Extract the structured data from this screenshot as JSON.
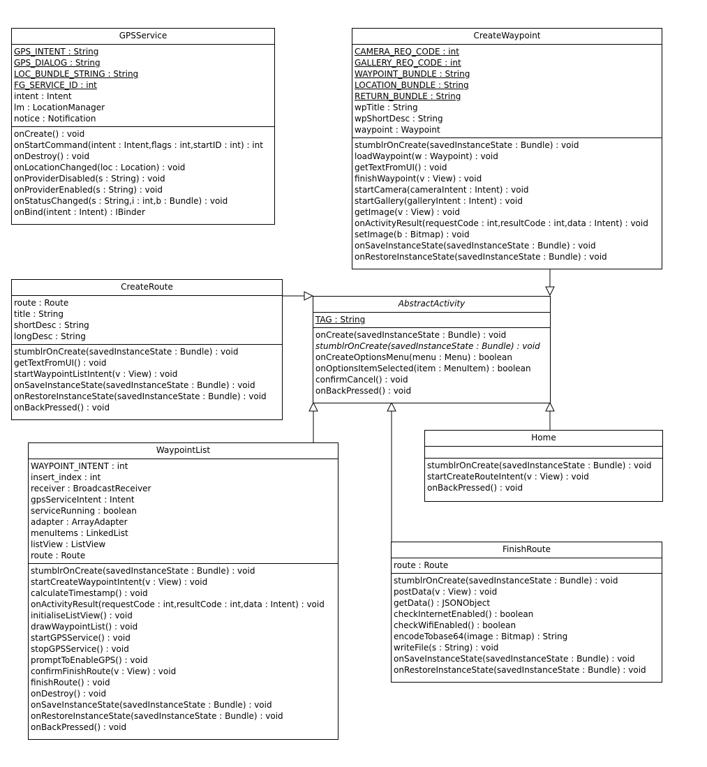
{
  "classes": {
    "gps": {
      "name": "GPSService",
      "attributes": [
        {
          "text": "GPS_INTENT : String",
          "static": true
        },
        {
          "text": "GPS_DIALOG : String",
          "static": true
        },
        {
          "text": "LOC_BUNDLE_STRING : String",
          "static": true
        },
        {
          "text": "FG_SERVICE_ID : int",
          "static": true
        },
        {
          "text": "intent : Intent"
        },
        {
          "text": "lm : LocationManager"
        },
        {
          "text": "notice : Notification"
        }
      ],
      "methods": [
        {
          "text": "onCreate() : void"
        },
        {
          "text": "onStartCommand(intent : Intent,flags : int,startID : int) : int"
        },
        {
          "text": "onDestroy() : void"
        },
        {
          "text": "onLocationChanged(loc : Location) : void"
        },
        {
          "text": "onProviderDisabled(s : String) : void"
        },
        {
          "text": "onProviderEnabled(s : String) : void"
        },
        {
          "text": "onStatusChanged(s : String,i : int,b : Bundle) : void"
        },
        {
          "text": "onBind(intent : Intent) : IBinder"
        }
      ]
    },
    "createWaypoint": {
      "name": "CreateWaypoint",
      "attributes": [
        {
          "text": "CAMERA_REQ_CODE : int",
          "static": true
        },
        {
          "text": "GALLERY_REQ_CODE : int",
          "static": true
        },
        {
          "text": "WAYPOINT_BUNDLE : String",
          "static": true
        },
        {
          "text": "LOCATION_BUNDLE : String",
          "static": true
        },
        {
          "text": "RETURN_BUNDLE : String",
          "static": true
        },
        {
          "text": "wpTitle : String"
        },
        {
          "text": "wpShortDesc : String"
        },
        {
          "text": "waypoint : Waypoint"
        }
      ],
      "methods": [
        {
          "text": "stumblrOnCreate(savedInstanceState : Bundle) : void"
        },
        {
          "text": "loadWaypoint(w : Waypoint) : void"
        },
        {
          "text": "getTextFromUI() : void"
        },
        {
          "text": "finishWaypoint(v : View) : void"
        },
        {
          "text": "startCamera(cameraIntent : Intent) : void"
        },
        {
          "text": "startGallery(galleryIntent : Intent) : void"
        },
        {
          "text": "getImage(v : View) : void"
        },
        {
          "text": "onActivityResult(requestCode : int,resultCode : int,data : Intent) : void"
        },
        {
          "text": "setImage(b : Bitmap) : void"
        },
        {
          "text": "onSaveInstanceState(savedInstanceState : Bundle) : void"
        },
        {
          "text": "onRestoreInstanceState(savedInstanceState : Bundle) : void"
        }
      ]
    },
    "createRoute": {
      "name": "CreateRoute",
      "attributes": [
        {
          "text": "route : Route"
        },
        {
          "text": "title : String"
        },
        {
          "text": "shortDesc : String"
        },
        {
          "text": "longDesc : String"
        }
      ],
      "methods": [
        {
          "text": "stumblrOnCreate(savedInstanceState : Bundle) : void"
        },
        {
          "text": "getTextFromUI() : void"
        },
        {
          "text": "startWaypointListIntent(v : View) : void"
        },
        {
          "text": "onSaveInstanceState(savedInstanceState : Bundle) : void"
        },
        {
          "text": "onRestoreInstanceState(savedInstanceState : Bundle) : void"
        },
        {
          "text": "onBackPressed() : void"
        }
      ]
    },
    "abstractActivity": {
      "name": "AbstractActivity",
      "abstract": true,
      "attributes": [
        {
          "text": "TAG : String",
          "static": true
        }
      ],
      "methods": [
        {
          "text": "onCreate(savedInstanceState : Bundle) : void"
        },
        {
          "text": "stumblrOnCreate(savedInstanceState : Bundle) : void",
          "abstract": true
        },
        {
          "text": "onCreateOptionsMenu(menu : Menu) : boolean"
        },
        {
          "text": "onOptionsItemSelected(item : MenuItem) : boolean"
        },
        {
          "text": "confirmCancel() : void"
        },
        {
          "text": "onBackPressed() : void"
        }
      ]
    },
    "home": {
      "name": "Home",
      "attributes": [],
      "methods": [
        {
          "text": "stumblrOnCreate(savedInstanceState : Bundle) : void"
        },
        {
          "text": "startCreateRouteIntent(v : View) : void"
        },
        {
          "text": "onBackPressed() : void"
        }
      ]
    },
    "waypointList": {
      "name": "WaypointList",
      "attributes": [
        {
          "text": "WAYPOINT_INTENT : int"
        },
        {
          "text": "insert_index : int"
        },
        {
          "text": "receiver : BroadcastReceiver"
        },
        {
          "text": "gpsServiceIntent : Intent"
        },
        {
          "text": "serviceRunning : boolean"
        },
        {
          "text": "adapter : ArrayAdapter"
        },
        {
          "text": "menuItems : LinkedList"
        },
        {
          "text": "listView : ListView"
        },
        {
          "text": "route : Route"
        }
      ],
      "methods": [
        {
          "text": "stumblrOnCreate(savedInstanceState : Bundle) : void"
        },
        {
          "text": "startCreateWaypointIntent(v : View) : void"
        },
        {
          "text": "calculateTimestamp() : void"
        },
        {
          "text": "onActivityResult(requestCode : int,resultCode : int,data : Intent) : void"
        },
        {
          "text": "initialiseListView() : void"
        },
        {
          "text": "drawWaypointList() : void"
        },
        {
          "text": "startGPSService() : void"
        },
        {
          "text": "stopGPSService() : void"
        },
        {
          "text": "promptToEnableGPS() : void"
        },
        {
          "text": "confirmFinishRoute(v : View) : void"
        },
        {
          "text": "finishRoute() : void"
        },
        {
          "text": "onDestroy() : void"
        },
        {
          "text": "onSaveInstanceState(savedInstanceState : Bundle) : void"
        },
        {
          "text": "onRestoreInstanceState(savedInstanceState : Bundle) : void"
        },
        {
          "text": "onBackPressed() : void"
        }
      ]
    },
    "finishRoute": {
      "name": "FinishRoute",
      "attributes": [
        {
          "text": "route : Route"
        }
      ],
      "methods": [
        {
          "text": "stumblrOnCreate(savedInstanceState : Bundle) : void"
        },
        {
          "text": "postData(v : View) : void"
        },
        {
          "text": "getData() : JSONObject"
        },
        {
          "text": "checkInternetEnabled() : boolean"
        },
        {
          "text": "checkWifiEnabled() : boolean"
        },
        {
          "text": "encodeTobase64(image : Bitmap) : String"
        },
        {
          "text": "writeFile(s : String) : void"
        },
        {
          "text": "onSaveInstanceState(savedInstanceState : Bundle) : void"
        },
        {
          "text": "onRestoreInstanceState(savedInstanceState : Bundle) : void"
        }
      ]
    }
  },
  "relations": [
    {
      "type": "generalization",
      "from": "CreateWaypoint",
      "to": "AbstractActivity"
    },
    {
      "type": "generalization",
      "from": "CreateRoute",
      "to": "AbstractActivity"
    },
    {
      "type": "generalization",
      "from": "WaypointList",
      "to": "AbstractActivity"
    },
    {
      "type": "generalization",
      "from": "FinishRoute",
      "to": "AbstractActivity"
    },
    {
      "type": "generalization",
      "from": "Home",
      "to": "AbstractActivity"
    }
  ]
}
